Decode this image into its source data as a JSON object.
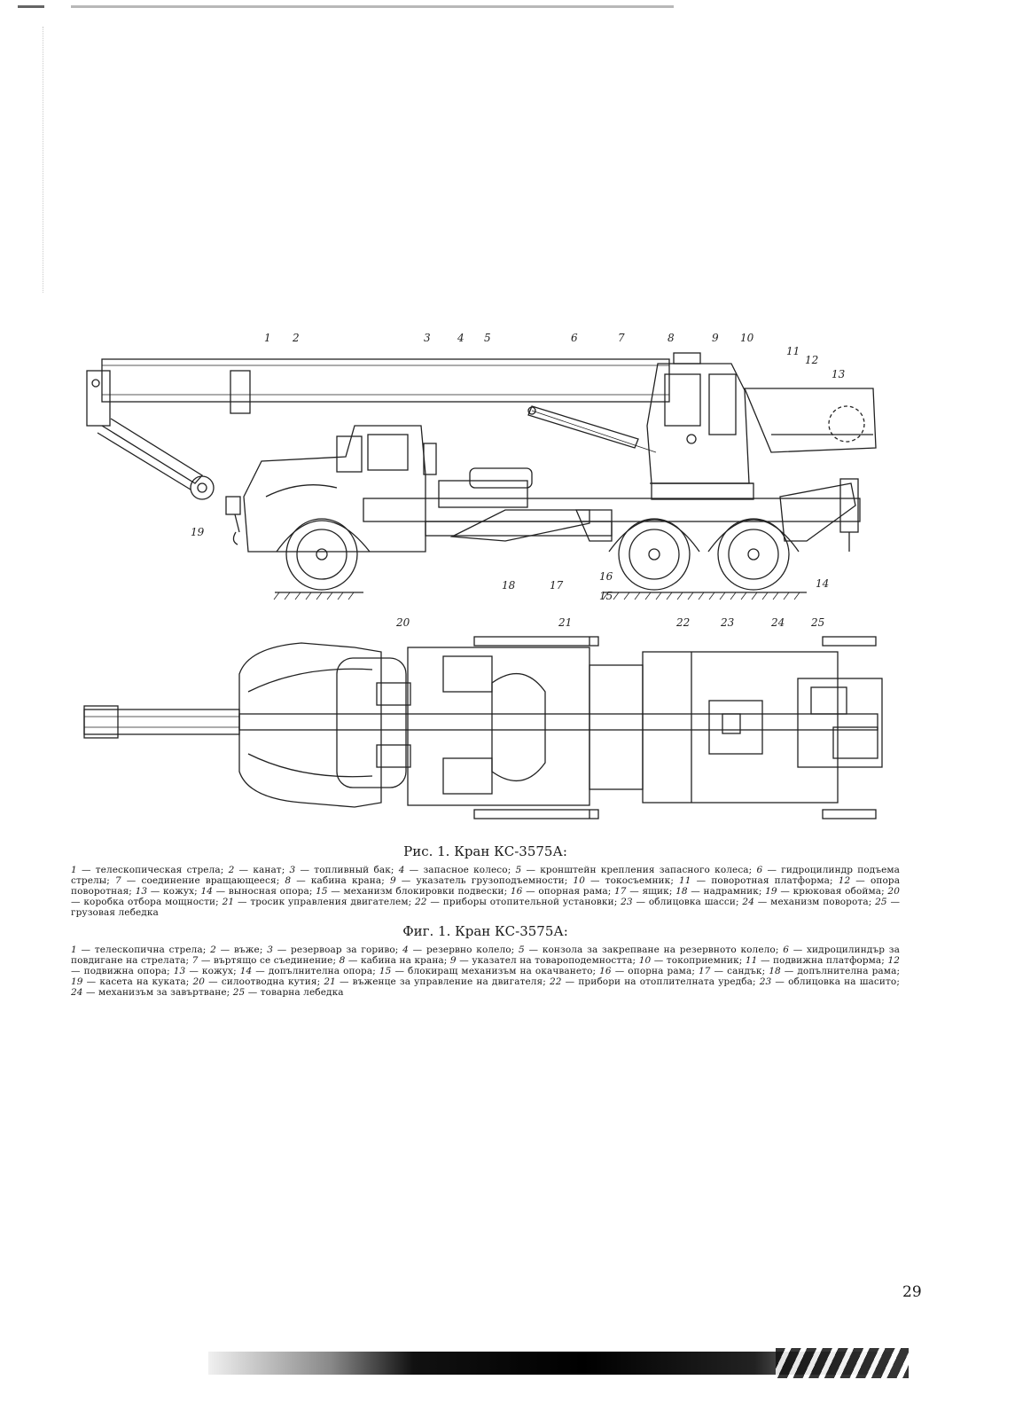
{
  "figure_ru": {
    "caption": "Рис. 1. Кран КС-3575А:",
    "legend": [
      {
        "n": "1",
        "t": "телескопическая стрела"
      },
      {
        "n": "2",
        "t": "канат"
      },
      {
        "n": "3",
        "t": "топливный бак"
      },
      {
        "n": "4",
        "t": "запасное колесо"
      },
      {
        "n": "5",
        "t": "кронштейн крепления запасного колеса"
      },
      {
        "n": "6",
        "t": "гидроцилиндр подъема стрелы"
      },
      {
        "n": "7",
        "t": "соединение вращающееся"
      },
      {
        "n": "8",
        "t": "кабина крана"
      },
      {
        "n": "9",
        "t": "указатель грузоподъемности"
      },
      {
        "n": "10",
        "t": "токосъемник"
      },
      {
        "n": "11",
        "t": "поворотная платформа"
      },
      {
        "n": "12",
        "t": "опора поворотная"
      },
      {
        "n": "13",
        "t": "кожух"
      },
      {
        "n": "14",
        "t": "выносная опора"
      },
      {
        "n": "15",
        "t": "механизм блокировки подвески"
      },
      {
        "n": "16",
        "t": "опорная рама"
      },
      {
        "n": "17",
        "t": "ящик"
      },
      {
        "n": "18",
        "t": "надрамник"
      },
      {
        "n": "19",
        "t": "крюковая обойма"
      },
      {
        "n": "20",
        "t": "коробка отбора мощности"
      },
      {
        "n": "21",
        "t": "тросик управления двигателем"
      },
      {
        "n": "22",
        "t": "приборы отопительной установки"
      },
      {
        "n": "23",
        "t": "облицовка шасси"
      },
      {
        "n": "24",
        "t": "механизм поворота"
      },
      {
        "n": "25",
        "t": "грузовая лебедка"
      }
    ]
  },
  "figure_bg": {
    "caption": "Фиг. 1. Кран КС-3575А:",
    "legend": [
      {
        "n": "1",
        "t": "телескопична стрела"
      },
      {
        "n": "2",
        "t": "въже"
      },
      {
        "n": "3",
        "t": "резервоар за гориво"
      },
      {
        "n": "4",
        "t": "резервно колело"
      },
      {
        "n": "5",
        "t": "конзола за закрепване на резервното колело"
      },
      {
        "n": "6",
        "t": "хидроцилиндър за повдигане на стрелата"
      },
      {
        "n": "7",
        "t": "въртящо се съединение"
      },
      {
        "n": "8",
        "t": "кабина на крана"
      },
      {
        "n": "9",
        "t": "указател на товароподемността"
      },
      {
        "n": "10",
        "t": "токоприемник"
      },
      {
        "n": "11",
        "t": "подвижна платформа"
      },
      {
        "n": "12",
        "t": "подвижна опора"
      },
      {
        "n": "13",
        "t": "кожух"
      },
      {
        "n": "14",
        "t": "допълнителна опора"
      },
      {
        "n": "15",
        "t": "блокиращ механизъм на окачването"
      },
      {
        "n": "16",
        "t": "опорна рама"
      },
      {
        "n": "17",
        "t": "сандък"
      },
      {
        "n": "18",
        "t": "допълнителна рама"
      },
      {
        "n": "19",
        "t": "касета на куката"
      },
      {
        "n": "20",
        "t": "силоотводна кутия"
      },
      {
        "n": "21",
        "t": "въженце за управление на двигателя"
      },
      {
        "n": "22",
        "t": "прибори на отоплителната уредба"
      },
      {
        "n": "23",
        "t": "облицовка на шасито"
      },
      {
        "n": "24",
        "t": "механизъм за завъртване"
      },
      {
        "n": "25",
        "t": "товарна лебедка"
      }
    ]
  },
  "page_number": "29",
  "callouts": {
    "side": [
      "1",
      "2",
      "3",
      "4",
      "5",
      "6",
      "7",
      "8",
      "9",
      "10",
      "11",
      "12",
      "13",
      "14",
      "15",
      "16",
      "17",
      "18",
      "19"
    ],
    "top": [
      "20",
      "21",
      "22",
      "23",
      "24",
      "25"
    ]
  }
}
